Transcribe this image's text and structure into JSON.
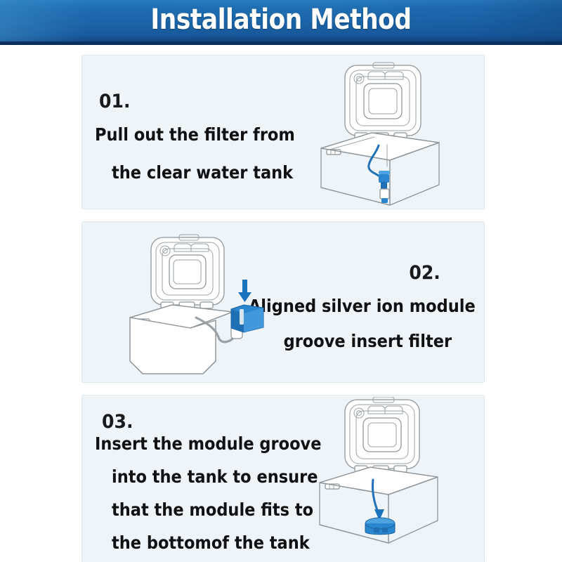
{
  "header": {
    "title": "Installation Method",
    "bg_start_hex": "#2a7fc0",
    "bg_end_hex": "#0a2f5e",
    "text_color_hex": "#ffffff"
  },
  "page": {
    "background_hex": "#ffffff",
    "panel_background_hex": "#eef4f8",
    "text_color_hex": "#141414",
    "accent_blue_hex": "#1f6fb5"
  },
  "steps": [
    {
      "number": "01.",
      "lines": [
        "Pull out the filter from",
        "the clear water tank"
      ],
      "text_side": "left",
      "illustration": "water-tank-with-filter-pulled-out",
      "illustration_side": "right"
    },
    {
      "number": "02.",
      "lines": [
        "Aligned silver ion module",
        "groove insert filter"
      ],
      "text_side": "right",
      "illustration": "silver-ion-module-aligned-to-groove",
      "illustration_side": "left"
    },
    {
      "number": "03.",
      "lines": [
        "Insert the module groove",
        "into the tank to ensure",
        "that the module fits to",
        "the bottomof the tank"
      ],
      "text_side": "left",
      "illustration": "module-seated-at-tank-bottom",
      "illustration_side": "right"
    }
  ]
}
